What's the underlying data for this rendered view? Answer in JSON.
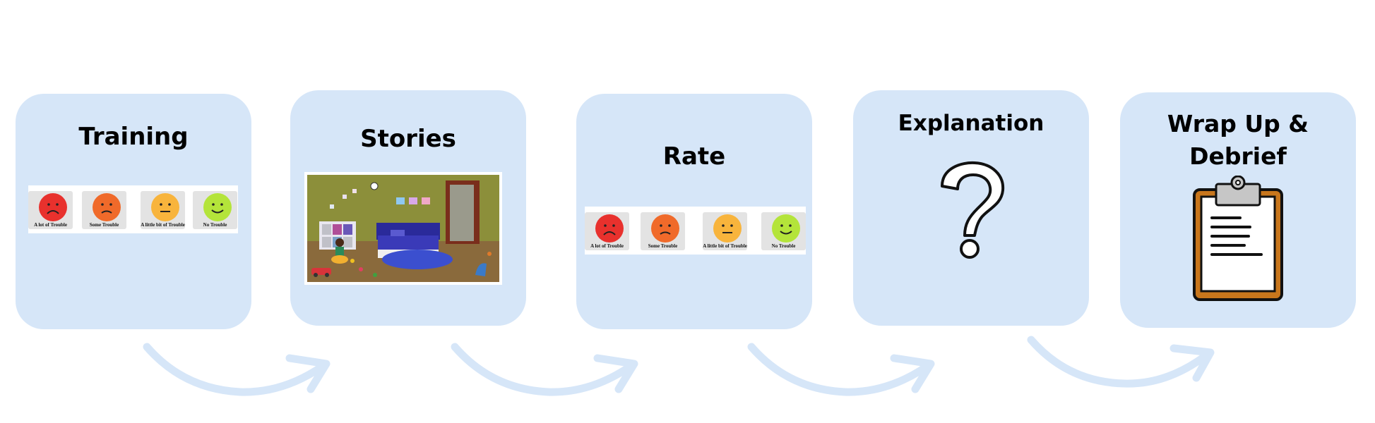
{
  "steps": [
    {
      "title": "Training"
    },
    {
      "title": "Stories"
    },
    {
      "title": "Rate"
    },
    {
      "title": "Explanation"
    },
    {
      "title_line1": "Wrap Up &",
      "title_line2": "Debrief"
    }
  ],
  "rating_scale": [
    {
      "label": "A lot of Trouble",
      "color": "#e8312d"
    },
    {
      "label": "Some Trouble",
      "color": "#f06a2a"
    },
    {
      "label": "A little bit of Trouble",
      "color": "#f8b43c"
    },
    {
      "label": "No Trouble",
      "color": "#b4e43a"
    }
  ],
  "colors": {
    "card": "#d6e6f8",
    "arrow": "#d6e6f8",
    "clipboard": "#c8761c"
  }
}
